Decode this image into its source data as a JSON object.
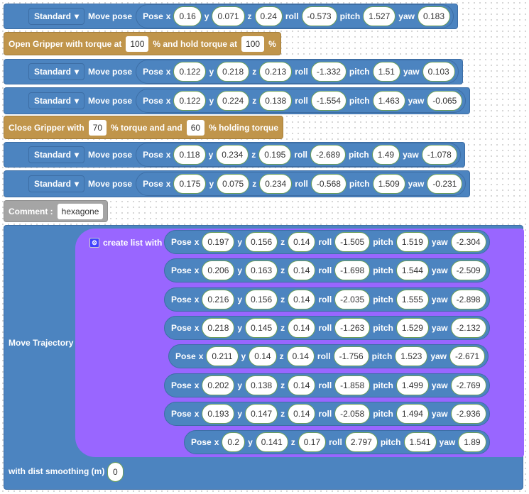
{
  "colors": {
    "motion": "#4c84c0",
    "gripper": "#c0954b",
    "list": "#9966ff",
    "comment": "#a5a5a5"
  },
  "move_rows": [
    {
      "mode": "Standard",
      "label": "Move pose",
      "pose": {
        "x": "0.16",
        "y": "0.071",
        "z": "0.24",
        "roll": "-0.573",
        "pitch": "1.527",
        "yaw": "0.183"
      }
    },
    {
      "mode": "Standard",
      "label": "Move pose",
      "pose": {
        "x": "0.122",
        "y": "0.218",
        "z": "0.213",
        "roll": "-1.332",
        "pitch": "1.51",
        "yaw": "0.103"
      }
    },
    {
      "mode": "Standard",
      "label": "Move pose",
      "pose": {
        "x": "0.122",
        "y": "0.224",
        "z": "0.138",
        "roll": "-1.554",
        "pitch": "1.463",
        "yaw": "-0.065"
      }
    },
    {
      "mode": "Standard",
      "label": "Move pose",
      "pose": {
        "x": "0.118",
        "y": "0.234",
        "z": "0.195",
        "roll": "-2.689",
        "pitch": "1.49",
        "yaw": "-1.078"
      }
    },
    {
      "mode": "Standard",
      "label": "Move pose",
      "pose": {
        "x": "0.175",
        "y": "0.075",
        "z": "0.234",
        "roll": "-0.568",
        "pitch": "1.509",
        "yaw": "-0.231"
      }
    }
  ],
  "open_gripper": {
    "text1": "Open Gripper with torque at",
    "torque": "100",
    "text2": "%  and hold torque at",
    "hold": "100",
    "text3": "%"
  },
  "close_gripper": {
    "text1": "Close Gripper with",
    "torque": "70",
    "text2": "% torque and  and",
    "hold": "60",
    "text3": "% holding torque"
  },
  "comment": {
    "label": "Comment :",
    "value": "hexagone"
  },
  "trajectory": {
    "label": "Move Trajectory",
    "list_label": "create list with",
    "smoothing_label": "with dist smoothing (m)",
    "smoothing": "0",
    "poses": [
      {
        "x": "0.197",
        "y": "0.156",
        "z": "0.14",
        "roll": "-1.505",
        "pitch": "1.519",
        "yaw": "-2.304"
      },
      {
        "x": "0.206",
        "y": "0.163",
        "z": "0.14",
        "roll": "-1.698",
        "pitch": "1.544",
        "yaw": "-2.509"
      },
      {
        "x": "0.216",
        "y": "0.156",
        "z": "0.14",
        "roll": "-2.035",
        "pitch": "1.555",
        "yaw": "-2.898"
      },
      {
        "x": "0.218",
        "y": "0.145",
        "z": "0.14",
        "roll": "-1.263",
        "pitch": "1.529",
        "yaw": "-2.132"
      },
      {
        "x": "0.211",
        "y": "0.14",
        "z": "0.14",
        "roll": "-1.756",
        "pitch": "1.523",
        "yaw": "-2.671"
      },
      {
        "x": "0.202",
        "y": "0.138",
        "z": "0.14",
        "roll": "-1.858",
        "pitch": "1.499",
        "yaw": "-2.769"
      },
      {
        "x": "0.193",
        "y": "0.147",
        "z": "0.14",
        "roll": "-2.058",
        "pitch": "1.494",
        "yaw": "-2.936"
      },
      {
        "x": "0.2",
        "y": "0.141",
        "z": "0.17",
        "roll": "2.797",
        "pitch": "1.541",
        "yaw": "1.89"
      }
    ]
  },
  "pose_labels": {
    "pose": "Pose",
    "x": "x",
    "y": "y",
    "z": "z",
    "roll": "roll",
    "pitch": "pitch",
    "yaw": "yaw"
  }
}
